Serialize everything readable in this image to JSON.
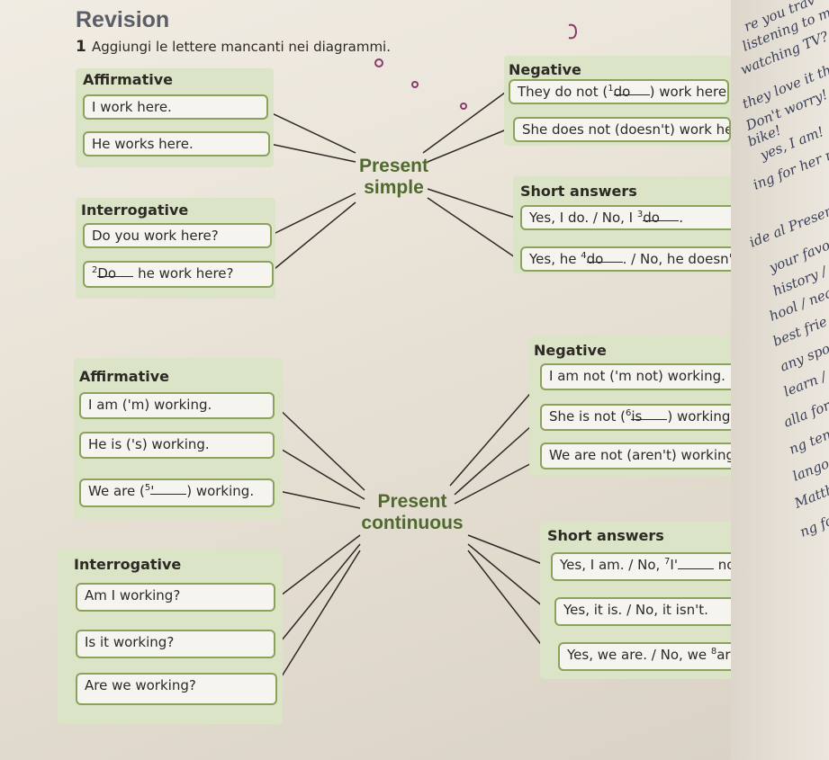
{
  "title": "Revision",
  "exercise": {
    "number": "1",
    "instruction": "Aggiungi le lettere mancanti nei diagrammi."
  },
  "simple": {
    "center_line1": "Present",
    "center_line2": "simple",
    "affirmative": {
      "header": "Affirmative",
      "items": [
        "I work here.",
        "He works here."
      ]
    },
    "negative": {
      "header": "Negative",
      "item1_pre": "They do not (",
      "item1_num": "1",
      "item1_word": "do",
      "item1_post": ") work here.",
      "item2": "She does not (doesn't) work here."
    },
    "interrogative": {
      "header": "Interrogative",
      "item1": "Do you work here?",
      "item2_num": "2",
      "item2_word": "Do",
      "item2_post": "he work here?"
    },
    "short_answers": {
      "header": "Short answers",
      "item1_pre": "Yes, I do. / No, I ",
      "item1_num": "3",
      "item1_word": "do",
      "item1_post": ".",
      "item2_pre": "Yes, he ",
      "item2_num": "4",
      "item2_word": "do",
      "item2_post": ". / No, he doesn't."
    }
  },
  "continuous": {
    "center_line1": "Present",
    "center_line2": "continuous",
    "affirmative": {
      "header": "Affirmative",
      "item1": "I am ('m) working.",
      "item2": "He is ('s) working.",
      "item3_pre": "We are (",
      "item3_num": "5",
      "item3_word": "'",
      "item3_post": ") working."
    },
    "negative": {
      "header": "Negative",
      "item1": "I am not ('m not) working.",
      "item2_pre": "She is not (",
      "item2_num": "6",
      "item2_word": "is",
      "item2_post": ") working.",
      "item3": "We are not (aren't) working."
    },
    "interrogative": {
      "header": "Interrogative",
      "items": [
        "Am I working?",
        "Is it working?",
        "Are we working?"
      ]
    },
    "short_answers": {
      "header": "Short answers",
      "item1_pre": "Yes, I am. / No, ",
      "item1_num": "7",
      "item1_word": "I'",
      "item1_post": "not.",
      "item2": "Yes, it is. / No, it isn't.",
      "item3_pre": "Yes, we are. / No, we ",
      "item3_num": "8",
      "item3_word": "are",
      "item3_post": "."
    }
  },
  "side_text": [
    "re you trav",
    "listening to me",
    "watching TV? He h",
    "they love it there",
    "Don't worry!",
    "bike!",
    "yes, I am!",
    "ing for her mat",
    "ide al Present",
    "your favour",
    "history /",
    "hool / near",
    "best frie",
    "any sport",
    "learn / E",
    "alla for",
    "ng tenn",
    "lango d",
    "Matthe",
    "ng fo"
  ]
}
